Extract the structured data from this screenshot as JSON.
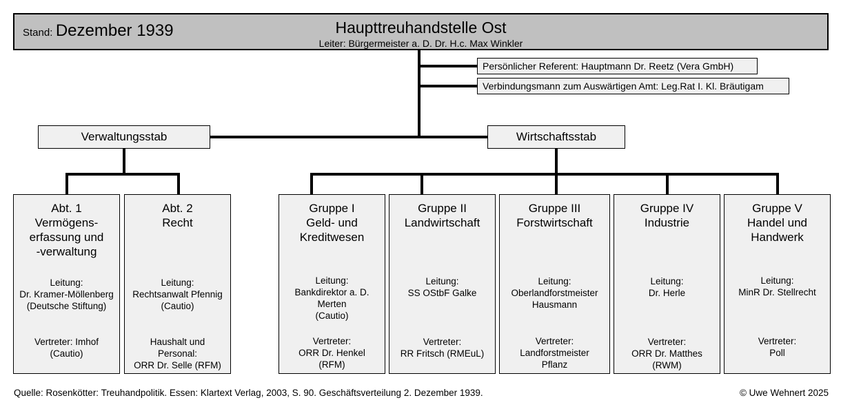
{
  "header": {
    "stand_label": "Stand:",
    "stand_value": "Dezember 1939",
    "title": "Haupttreuhandstelle Ost",
    "subtitle": "Leiter: Bürgermeister a. D. Dr. H.c. Max Winkler",
    "background_color": "#c0c0c0"
  },
  "staff": [
    {
      "label": "Persönlicher Referent: Hauptmann Dr. Reetz (Vera GmbH)"
    },
    {
      "label": "Verbindungsmann zum Auswärtigen Amt: Leg.Rat I. Kl. Bräutigam"
    }
  ],
  "stabs": [
    {
      "label": "Verwaltungsstab"
    },
    {
      "label": "Wirtschaftsstab"
    }
  ],
  "departments": [
    {
      "title": "Abt. 1\nVermögens-\nerfassung und\n-verwaltung",
      "leader": "Leitung:\nDr. Kramer-Möllenberg\n(Deutsche Stiftung)",
      "deputy": "Vertreter: Imhof\n(Cautio)"
    },
    {
      "title": "Abt. 2\nRecht",
      "leader": "Leitung:\nRechtsanwalt Pfennig\n(Cautio)",
      "deputy": "Haushalt und\nPersonal:\nORR Dr. Selle (RFM)"
    }
  ],
  "groups": [
    {
      "title": "Gruppe I\nGeld- und\nKreditwesen",
      "leader": "Leitung:\nBankdirektor a. D.\nMerten\n(Cautio)",
      "deputy": "Vertreter:\nORR Dr. Henkel\n(RFM)"
    },
    {
      "title": "Gruppe II\nLandwirtschaft",
      "leader": "Leitung:\nSS OStbF Galke",
      "deputy": "Vertreter:\nRR Fritsch (RMEuL)"
    },
    {
      "title": "Gruppe III\nForstwirtschaft",
      "leader": "Leitung:\nOberlandforstmeister\nHausmann",
      "deputy": "Vertreter:\nLandforstmeister\nPflanz"
    },
    {
      "title": "Gruppe IV\nIndustrie",
      "leader": "Leitung:\nDr. Herle",
      "deputy": "Vertreter:\nORR Dr. Matthes\n(RWM)"
    },
    {
      "title": "Gruppe V\nHandel und\nHandwerk",
      "leader": "Leitung:\nMinR Dr. Stellrecht",
      "deputy": "Vertreter:\nPoll"
    }
  ],
  "footer": {
    "source": "Quelle: Rosenkötter: Treuhandpolitik. Essen: Klartext Verlag, 2003, S. 90. Geschäftsverteilung 2. Dezember 1939.",
    "copyright": "© Uwe Wehnert 2025"
  }
}
